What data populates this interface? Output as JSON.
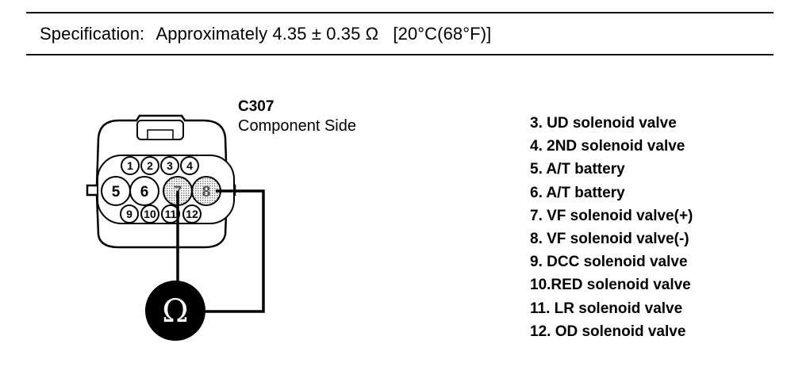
{
  "spec": {
    "label": "Specification:",
    "value": "Approximately 4.35 ± 0.35 Ω",
    "temperature": "[20°C(68°F)]"
  },
  "connector": {
    "id": "C307",
    "side": "Component Side",
    "pins_row1": [
      "1",
      "2",
      "3",
      "4"
    ],
    "pins_row2": [
      "5",
      "6",
      "7",
      "8"
    ],
    "pins_row3": [
      "9",
      "10",
      "11",
      "12"
    ],
    "measured_pins": [
      "7",
      "8"
    ]
  },
  "meter": {
    "symbol": "Ω"
  },
  "legend": [
    "3. UD solenoid valve",
    "4. 2ND solenoid valve",
    "5. A/T battery",
    "6. A/T battery",
    "7. VF solenoid valve(+)",
    "8. VF solenoid valve(-)",
    "9. DCC solenoid valve",
    "10.RED solenoid valve",
    "11. LR solenoid valve",
    "12. OD solenoid valve"
  ]
}
